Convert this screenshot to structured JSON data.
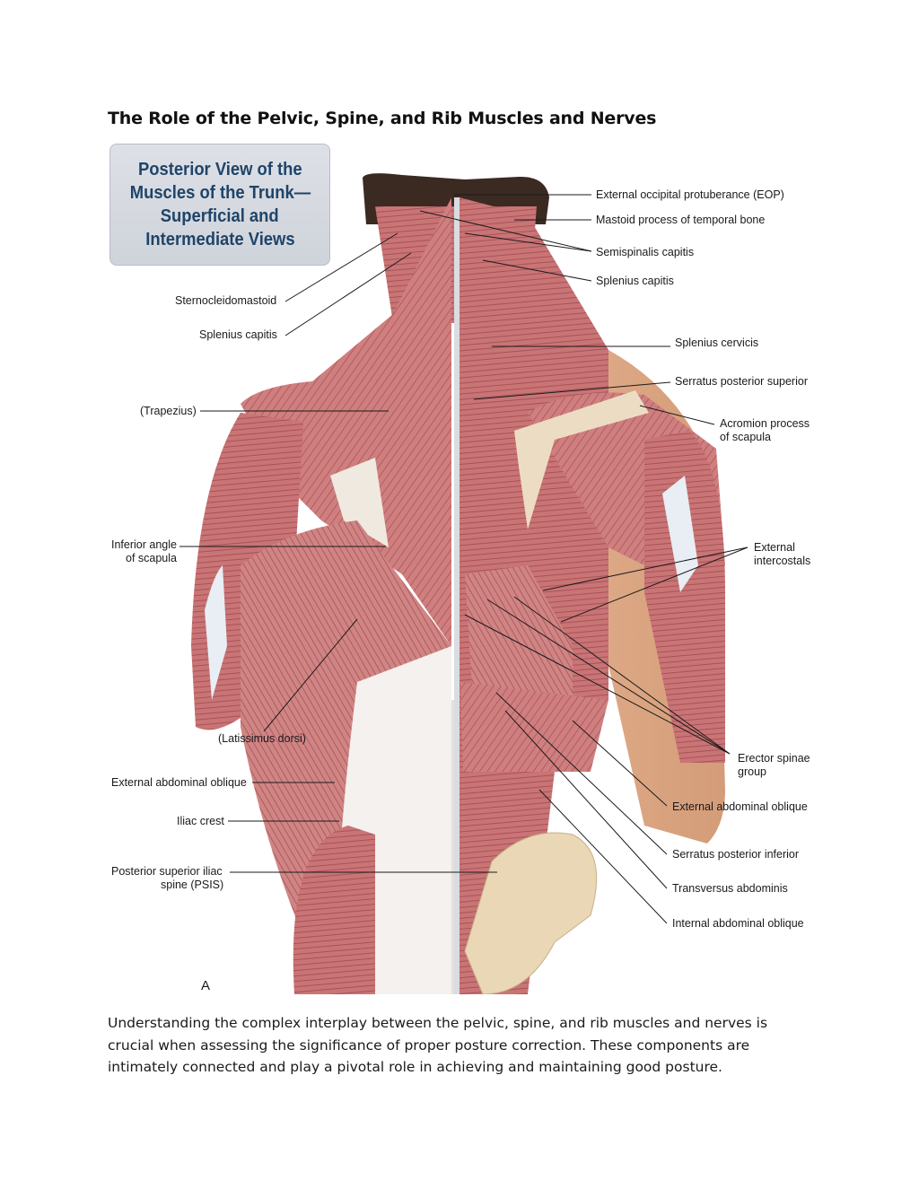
{
  "page": {
    "title": "The Role of the Pelvic, Spine, and Rib Muscles and Nerves",
    "paragraph": "Understanding the complex interplay between the pelvic, spine, and rib muscles and nerves is crucial when assessing the significance of proper posture correction. These components are intimately connected and play a pivotal role in achieving and maintaining good posture."
  },
  "figure": {
    "title_lines": [
      "Posterior View of the",
      "Muscles of the Trunk—",
      "Superficial and",
      "Intermediate Views"
    ],
    "panel_letter": "A",
    "left_labels": {
      "sternocleidomastoid": "Sternocleidomastoid",
      "splenius_capitis": "Splenius capitis",
      "trapezius": "(Trapezius)",
      "inferior_angle_1": "Inferior angle",
      "inferior_angle_2": "of scapula",
      "latissimus": "(Latissimus dorsi)",
      "ext_abd_oblique": "External abdominal oblique",
      "iliac_crest": "Iliac crest",
      "psis_1": "Posterior superior iliac",
      "psis_2": "spine (PSIS)"
    },
    "right_labels": {
      "eop": "External occipital protuberance (EOP)",
      "mastoid": "Mastoid process of temporal bone",
      "semispinalis": "Semispinalis capitis",
      "splenius_capitis": "Splenius capitis",
      "splenius_cervicis": "Splenius cervicis",
      "serratus_sup": "Serratus posterior superior",
      "acromion_1": "Acromion process",
      "acromion_2": "of scapula",
      "ext_intercostals_1": "External",
      "ext_intercostals_2": "intercostals",
      "erector_1": "Erector spinae",
      "erector_2": "group",
      "ext_abd_oblique": "External abdominal oblique",
      "serratus_inf": "Serratus posterior inferior",
      "transversus": "Transversus abdominis",
      "int_abd_oblique": "Internal abdominal oblique"
    }
  }
}
